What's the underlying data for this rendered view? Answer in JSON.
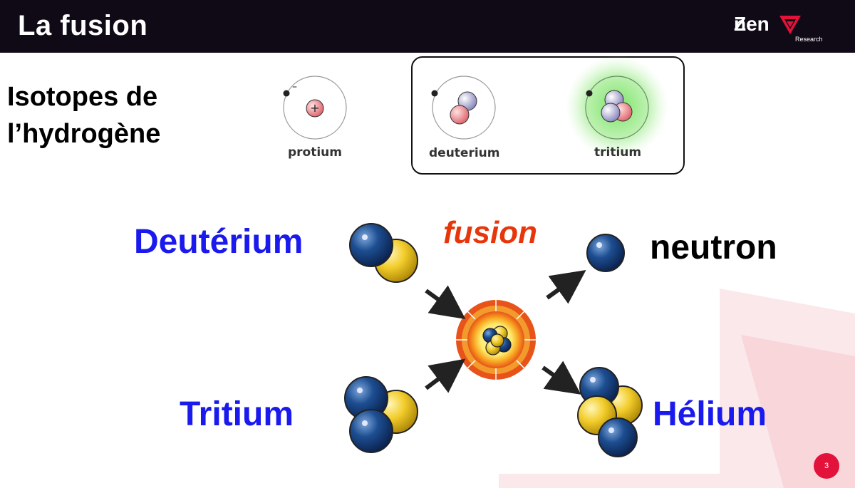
{
  "header": {
    "title": "La fusion",
    "logo_text_left": "Zen",
    "logo_text_right": "n",
    "logo_subtitle": "Research"
  },
  "isotopes": {
    "heading_line1": "Isotopes de",
    "heading_line2": "l’hydrogène",
    "electron_sign": "–",
    "proton_sign": "+",
    "items": [
      {
        "label": "protium"
      },
      {
        "label": "deuterium"
      },
      {
        "label": "tritium"
      }
    ]
  },
  "reaction": {
    "reactant1": "Deutérium",
    "reactant2": "Tritium",
    "process": "fusion",
    "product1": "neutron",
    "product2": "Hélium"
  },
  "colors": {
    "header_bg": "#100a17",
    "label_blue": "#1a1aee",
    "fusion_orange": "#e8360b",
    "neutron_blue": "#1d4e91",
    "proton_yellow": "#f2cc2a",
    "accent_red": "#e3123b"
  },
  "footer": {
    "page_number": "3"
  }
}
